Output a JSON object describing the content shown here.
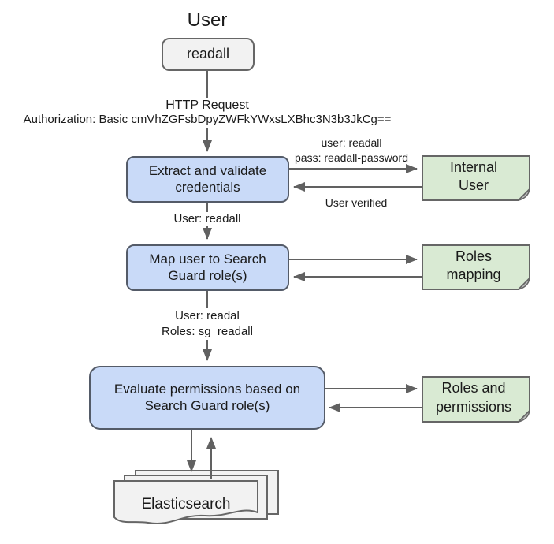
{
  "colors": {
    "background": "#ffffff",
    "text": "#1a1a1a",
    "node_fill": "#c9daf8",
    "node_border": "#545b68",
    "note_fill": "#d9ead3",
    "note_fold": "#bfbfbf",
    "shape_fill": "#f2f2f2",
    "shape_border": "#666666",
    "arrow": "#616161"
  },
  "title": "User",
  "nodes": {
    "readall": "readall",
    "extract": "Extract and validate\ncredentials",
    "map": "Map user to Search\nGuard role(s)",
    "evaluate": "Evaluate permissions based on\nSearch Guard role(s)",
    "internal_user": "Internal\nUser",
    "roles_mapping": "Roles\nmapping",
    "roles_permissions": "Roles and\npermissions",
    "elasticsearch": "Elasticsearch"
  },
  "edge_labels": {
    "http_request": "HTTP Request",
    "http_auth": "Authorization: Basic cmVhZGFsbDpyZWFkYWxsLXBhc3N3b3JkCg==",
    "to_internal_user": "user: readall\npass: readall-password",
    "from_internal_user": "User verified",
    "extract_result": "User: readall",
    "map_result": "User: readal\nRoles: sg_readall"
  }
}
